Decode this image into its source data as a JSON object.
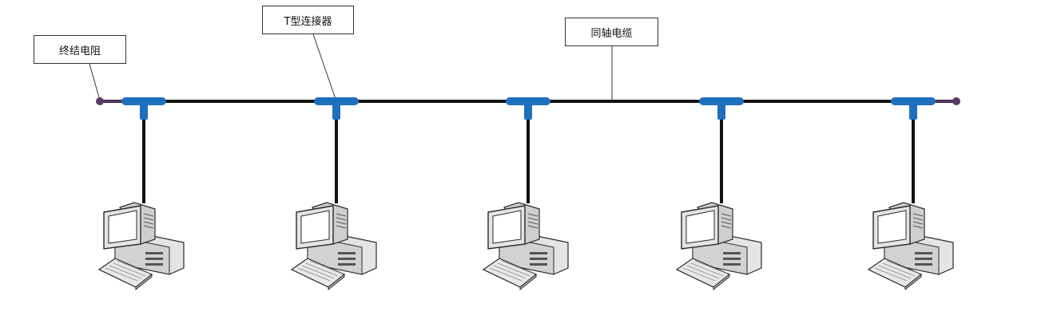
{
  "labels": {
    "terminator": "终结电阻",
    "t_connector": "T型连接器",
    "coax_cable": "同轴电缆"
  },
  "topology": {
    "type": "bus",
    "computer_count": 5
  },
  "colors": {
    "cable": "#111111",
    "t_connector": "#1f6fbf",
    "terminator": "#5a3a6a",
    "monitor_body": "#e4e4e4",
    "screen": "#ffffff",
    "outline": "#2a2a2a"
  }
}
